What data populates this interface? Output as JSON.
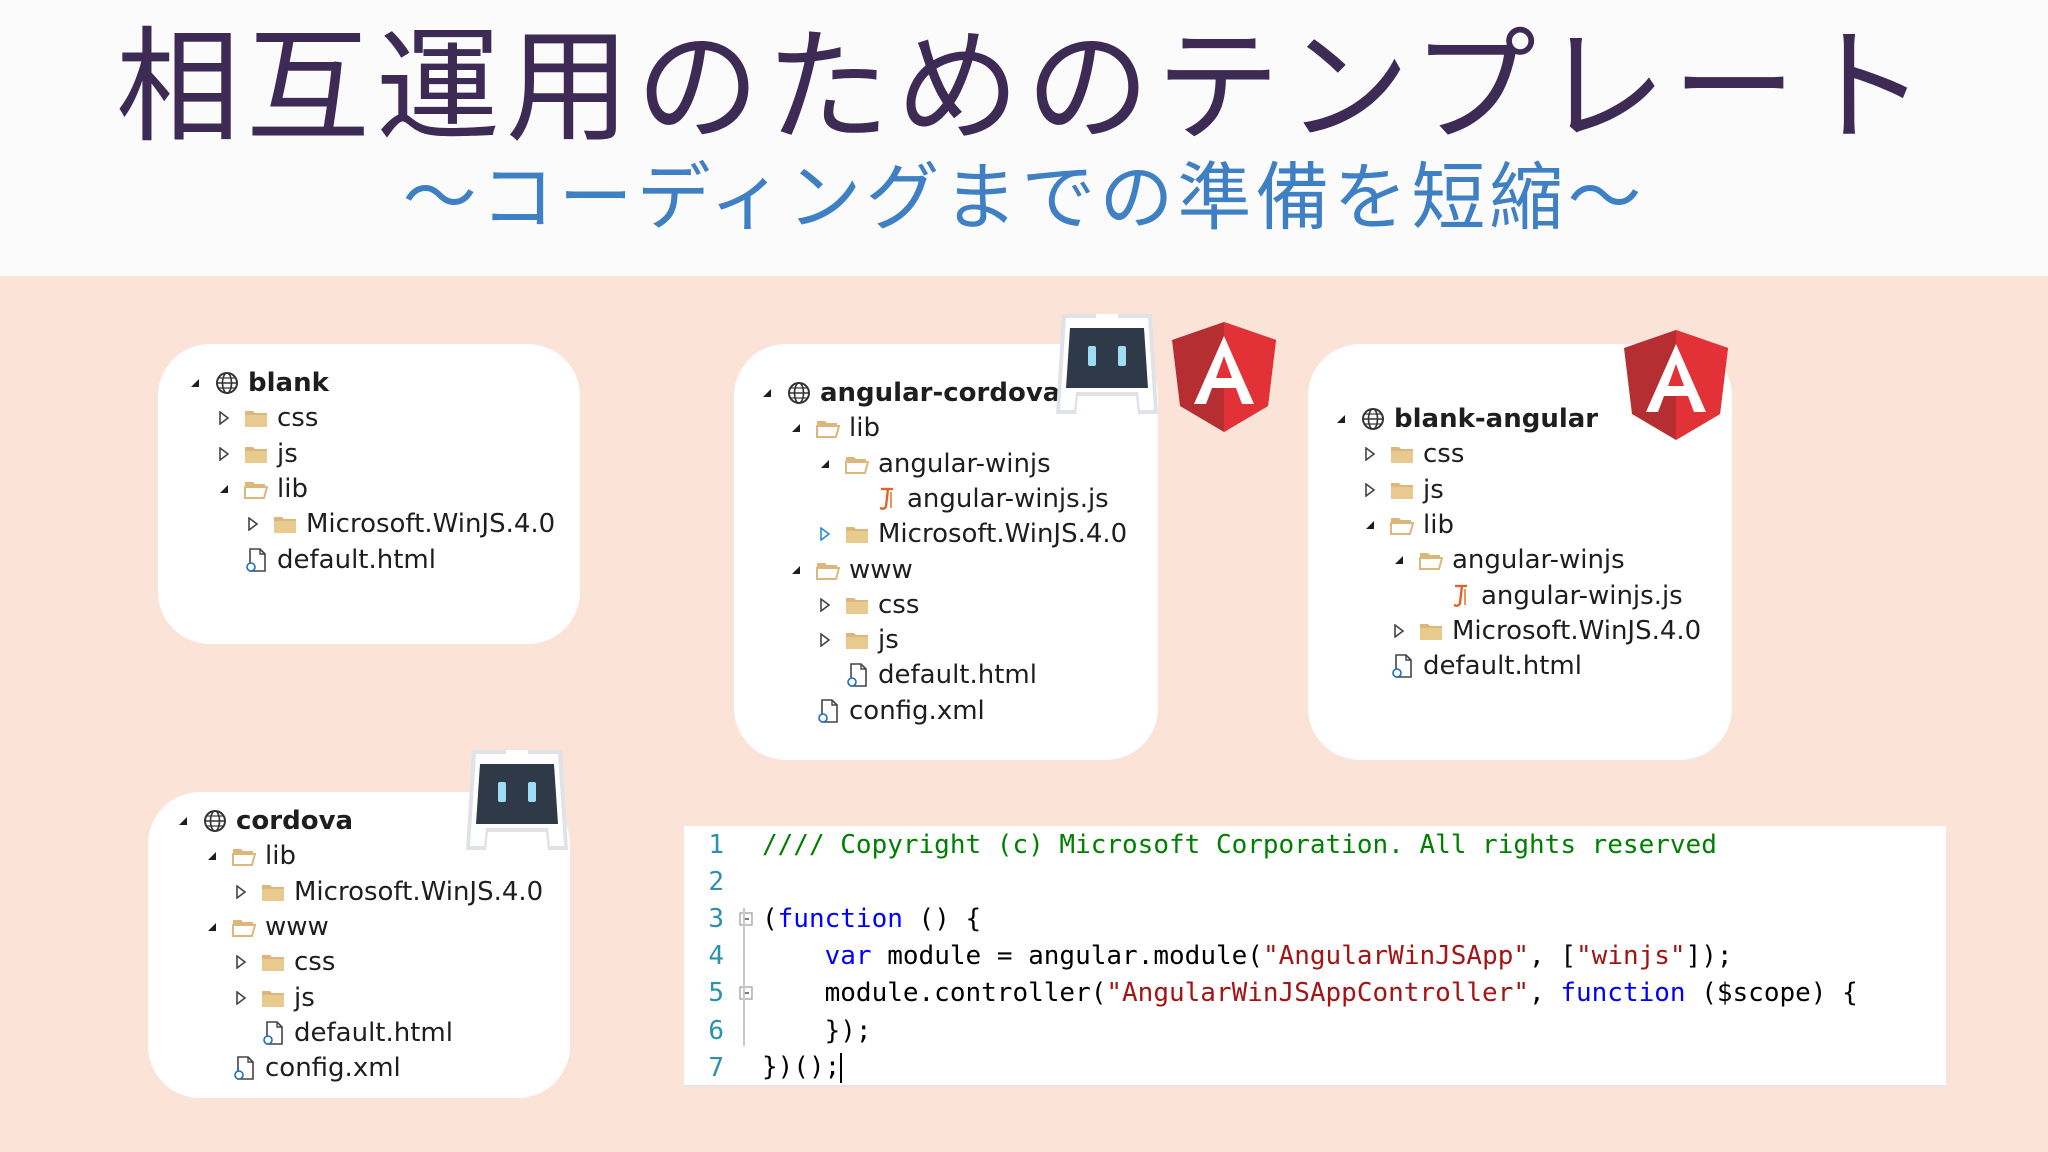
{
  "slide": {
    "title": "相互運用のためのテンプレート",
    "subtitle": "～コーディングまでの準備を短縮～"
  },
  "colors": {
    "title": "#3d2a55",
    "subtitle": "#3f7fc4",
    "content_background": "#fbe3d8",
    "panel": "#ffffff",
    "folder": "#dcb67a",
    "code_comment": "#008000",
    "code_keyword": "#0000ff",
    "code_string": "#a31515",
    "line_number": "#2b91af"
  },
  "icons": {
    "project": "globe-icon",
    "folder": "folder-icon",
    "folder_open": "folder-open-icon",
    "html_file": "html-file-icon",
    "js_file": "js-file-icon",
    "angular_logo": "angular-logo-icon",
    "cordova_logo": "cordova-logo-icon"
  },
  "templates": {
    "blank": {
      "items": [
        {
          "label": "blank",
          "arrow": "expanded",
          "icon": "project"
        },
        {
          "label": "css",
          "arrow": "collapsed",
          "icon": "folder"
        },
        {
          "label": "js",
          "arrow": "collapsed",
          "icon": "folder"
        },
        {
          "label": "lib",
          "arrow": "expanded",
          "icon": "folder_open"
        },
        {
          "label": "Microsoft.WinJS.4.0",
          "arrow": "collapsed",
          "icon": "folder"
        },
        {
          "label": "default.html",
          "arrow": "none",
          "icon": "html_file"
        }
      ]
    },
    "angular_cordova": {
      "items": [
        {
          "label": "angular-cordova",
          "arrow": "expanded",
          "icon": "project"
        },
        {
          "label": "lib",
          "arrow": "expanded",
          "icon": "folder_open"
        },
        {
          "label": "angular-winjs",
          "arrow": "expanded",
          "icon": "folder_open"
        },
        {
          "label": "angular-winjs.js",
          "arrow": "none",
          "icon": "js_file"
        },
        {
          "label": "Microsoft.WinJS.4.0",
          "arrow": "collapsed",
          "icon": "folder"
        },
        {
          "label": "www",
          "arrow": "expanded",
          "icon": "folder_open"
        },
        {
          "label": "css",
          "arrow": "collapsed",
          "icon": "folder"
        },
        {
          "label": "js",
          "arrow": "collapsed",
          "icon": "folder"
        },
        {
          "label": "default.html",
          "arrow": "none",
          "icon": "html_file"
        },
        {
          "label": "config.xml",
          "arrow": "none",
          "icon": "html_file"
        }
      ]
    },
    "blank_angular": {
      "items": [
        {
          "label": "blank-angular",
          "arrow": "expanded",
          "icon": "project"
        },
        {
          "label": "css",
          "arrow": "collapsed",
          "icon": "folder"
        },
        {
          "label": "js",
          "arrow": "collapsed",
          "icon": "folder"
        },
        {
          "label": "lib",
          "arrow": "expanded",
          "icon": "folder_open"
        },
        {
          "label": "angular-winjs",
          "arrow": "expanded",
          "icon": "folder_open"
        },
        {
          "label": "angular-winjs.js",
          "arrow": "none",
          "icon": "js_file"
        },
        {
          "label": "Microsoft.WinJS.4.0",
          "arrow": "collapsed",
          "icon": "folder"
        },
        {
          "label": "default.html",
          "arrow": "none",
          "icon": "html_file"
        }
      ]
    },
    "cordova": {
      "items": [
        {
          "label": "cordova",
          "arrow": "expanded",
          "icon": "project"
        },
        {
          "label": "lib",
          "arrow": "expanded",
          "icon": "folder_open"
        },
        {
          "label": "Microsoft.WinJS.4.0",
          "arrow": "collapsed",
          "icon": "folder"
        },
        {
          "label": "www",
          "arrow": "expanded",
          "icon": "folder_open"
        },
        {
          "label": "css",
          "arrow": "collapsed",
          "icon": "folder"
        },
        {
          "label": "js",
          "arrow": "collapsed",
          "icon": "folder"
        },
        {
          "label": "default.html",
          "arrow": "none",
          "icon": "html_file"
        },
        {
          "label": "config.xml",
          "arrow": "none",
          "icon": "html_file"
        }
      ]
    }
  },
  "code": {
    "lines": [
      {
        "number": "1",
        "fold": "",
        "tokens": [
          {
            "t": "//// Copyright (c) Microsoft Corporation. All rights reserved",
            "k": "comment"
          }
        ]
      },
      {
        "number": "2",
        "fold": "",
        "tokens": []
      },
      {
        "number": "3",
        "fold": "minus",
        "tokens": [
          {
            "t": "(",
            "k": "plain"
          },
          {
            "t": "function",
            "k": "kw"
          },
          {
            "t": " () {",
            "k": "plain"
          }
        ]
      },
      {
        "number": "4",
        "fold": "",
        "tokens": [
          {
            "t": "    ",
            "k": "plain"
          },
          {
            "t": "var",
            "k": "kw"
          },
          {
            "t": " module = angular.module(",
            "k": "plain"
          },
          {
            "t": "\"AngularWinJSApp\"",
            "k": "str"
          },
          {
            "t": ", [",
            "k": "plain"
          },
          {
            "t": "\"winjs\"",
            "k": "str"
          },
          {
            "t": "]);",
            "k": "plain"
          }
        ]
      },
      {
        "number": "5",
        "fold": "minus",
        "tokens": [
          {
            "t": "    module.controller(",
            "k": "plain"
          },
          {
            "t": "\"AngularWinJSAppController\"",
            "k": "str"
          },
          {
            "t": ", ",
            "k": "plain"
          },
          {
            "t": "function",
            "k": "kw"
          },
          {
            "t": " ($scope) {",
            "k": "plain"
          }
        ]
      },
      {
        "number": "6",
        "fold": "",
        "tokens": [
          {
            "t": "    });",
            "k": "plain"
          }
        ]
      },
      {
        "number": "7",
        "fold": "",
        "tokens": [
          {
            "t": "})();",
            "k": "plain"
          }
        ]
      }
    ]
  }
}
